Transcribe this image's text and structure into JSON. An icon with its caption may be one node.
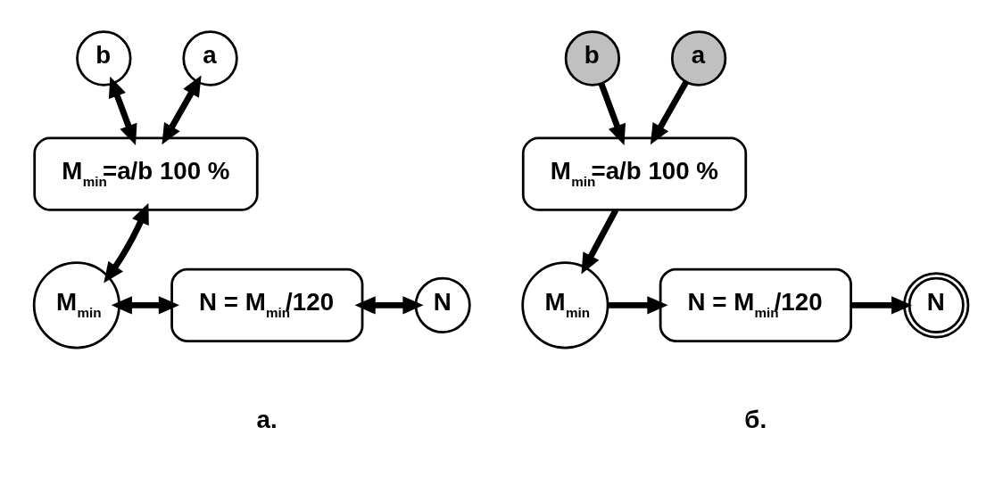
{
  "diagram": {
    "nodes": [
      {
        "text": [
          "a"
        ]
      },
      {
        "text": [
          "b"
        ]
      },
      {
        "text": [
          "M$_{min}$=a/b 100 %"
        ]
      },
      {
        "text": [
          "M$_{min}$"
        ]
      },
      {
        "text": [
          "N = M$_{min}$/120"
        ]
      },
      {
        "text": [
          "N"
        ]
      },
      {
        "text": [
          "a"
        ]
      },
      {
        "text": [
          "b"
        ]
      },
      {
        "text": [
          "M$_{min}$=a/b 100 %"
        ]
      },
      {
        "text": [
          "M$_{min}$"
        ]
      },
      {
        "text": [
          "N = M$_{min}$/120"
        ]
      },
      {
        "text": [
          "N"
        ]
      }
    ],
    "edges": [
      {
        "from": 0,
        "to": 2,
        "arrow": "both"
      },
      {
        "from": 1,
        "to": 2,
        "arrow": "both"
      },
      {
        "from": 3,
        "to": 2,
        "arrow": "both"
      },
      {
        "from": 3,
        "to": 4,
        "arrow": "both"
      },
      {
        "from": 4,
        "to": 5,
        "arrow": "both"
      },
      {
        "from": 6,
        "to": 8,
        "arrow": "to"
      },
      {
        "from": 7,
        "to": 8,
        "arrow": "to"
      },
      {
        "from": 8,
        "to": 9,
        "arrow": "to"
      },
      {
        "from": 9,
        "to": 10,
        "arrow": "to"
      },
      {
        "from": 10,
        "to": 11,
        "arrow": "to"
      }
    ],
    "labels": [
      "а.",
      "б."
    ]
  }
}
